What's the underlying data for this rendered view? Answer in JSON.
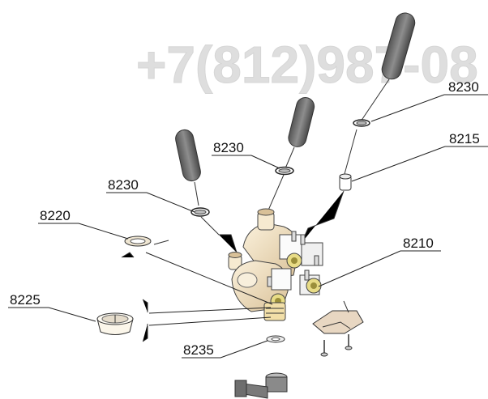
{
  "watermark": {
    "text": "+7(812)987-08",
    "color": "#d9d9d9"
  },
  "labels": {
    "l8230_right": "8230",
    "l8215": "8215",
    "l8230_mid": "8230",
    "l8230_left": "8230",
    "l8220": "8220",
    "l8210": "8210",
    "l8225": "8225",
    "l8235": "8235"
  },
  "colors": {
    "valve_body": "#f3e4c6",
    "valve_shade": "#d9c198",
    "brass": "#e8dc86",
    "hose": "#6e6e6e",
    "hose_inlet": "#8a8a8a"
  }
}
